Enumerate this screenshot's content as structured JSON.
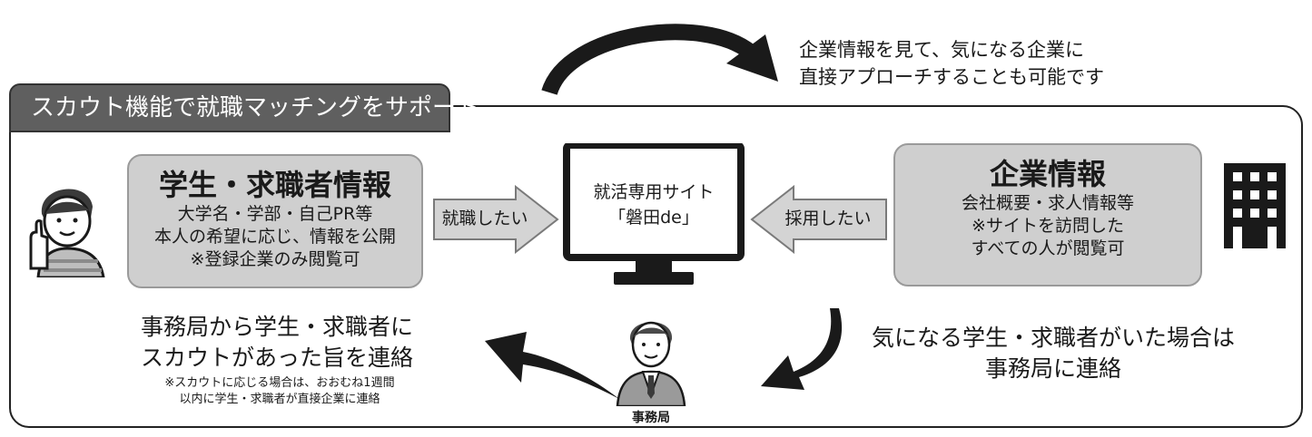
{
  "top_note": {
    "line1": "企業情報を見て、気になる企業に",
    "line2": "直接アプローチすることも可能です"
  },
  "header": {
    "title": "スカウト機能で就職マッチングをサポート"
  },
  "student_box": {
    "title": "学生・求職者情報",
    "line1": "大学名・学部・自己PR等",
    "line2": "本人の希望に応じ、情報を公開",
    "line3": "※登録企業のみ閲覧可"
  },
  "company_box": {
    "title": "企業情報",
    "line1": "会社概要・求人情報等",
    "line2": "※サイトを訪問した",
    "line3": "すべての人が閲覧可"
  },
  "arrows": {
    "left_label": "就職したい",
    "right_label": "採用したい"
  },
  "monitor": {
    "line1": "就活専用サイト",
    "line2": "「磐田de」"
  },
  "bottom_left": {
    "line1": "事務局から学生・求職者に",
    "line2": "スカウトがあった旨を連絡",
    "note1": "※スカウトに応じる場合は、おおむね1週間",
    "note2": "以内に学生・求職者が直接企業に連絡"
  },
  "bottom_right": {
    "line1": "気になる学生・求職者がいた場合は",
    "line2": "事務局に連絡"
  },
  "office": {
    "label": "事務局"
  },
  "icons": [
    "student-icon",
    "office-building-icon",
    "office-staff-icon",
    "computer-monitor-icon",
    "curved-arrow-icon"
  ],
  "colors": {
    "box_gray": "#cfcfcf",
    "header_gray": "#5f5f5f",
    "arrow_gray": "#d4d4d4",
    "dark": "#1a1a1a"
  }
}
